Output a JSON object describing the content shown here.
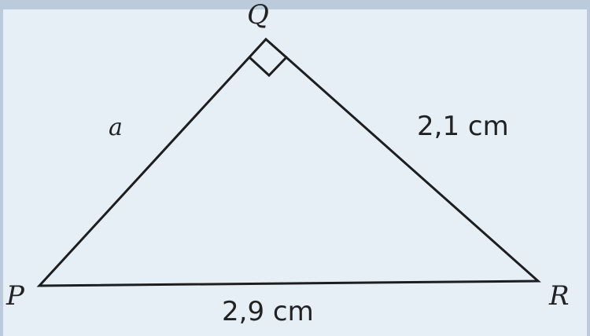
{
  "colors": {
    "background": "#e6eef6",
    "frame": "#bccbdc",
    "stroke": "#1e1e1e",
    "text": "#222222"
  },
  "vertices": {
    "p": "P",
    "q": "Q",
    "r": "R"
  },
  "sides": {
    "pq": "a",
    "qr": "2,1 cm",
    "pr": "2,9 cm"
  },
  "right_angle_at": "Q"
}
